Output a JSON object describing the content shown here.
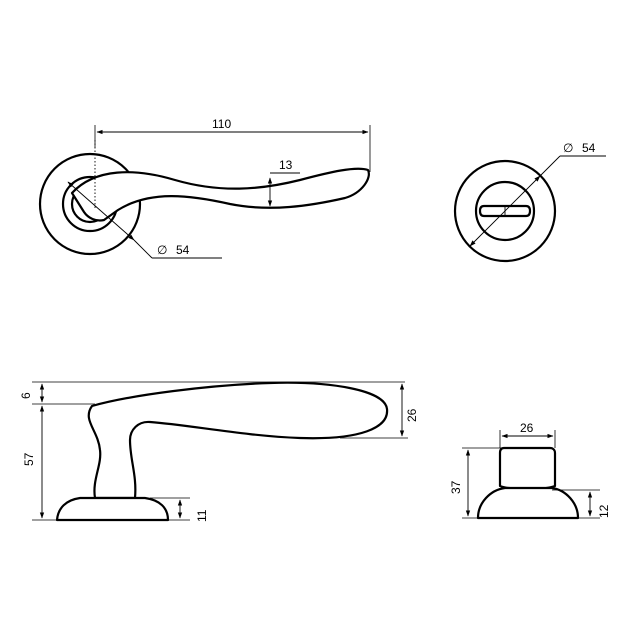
{
  "front_view": {
    "lever_length": "110",
    "lever_thickness": "13",
    "rosette_diameter_symbol": "∅",
    "rosette_diameter": "54"
  },
  "turn_knob_view": {
    "rosette_diameter_symbol": "∅",
    "rosette_diameter": "54"
  },
  "side_view": {
    "top_offset": "6",
    "lever_grip_height": "26",
    "total_height": "57",
    "rosette_height": "11"
  },
  "knob_side_view": {
    "knob_width": "26",
    "total_height": "37",
    "rosette_height": "12"
  }
}
